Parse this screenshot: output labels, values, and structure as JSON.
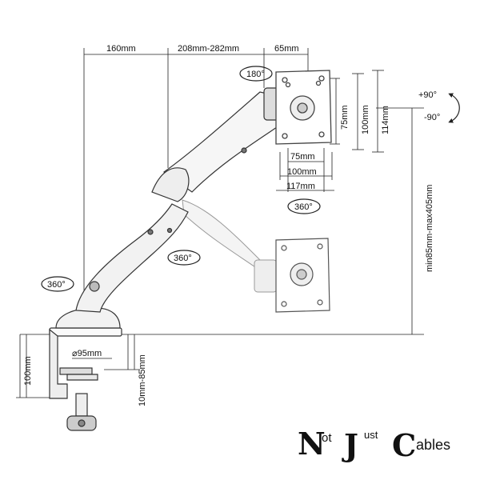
{
  "dimensions": {
    "top_left": "160mm",
    "top_mid": "208mm-282mm",
    "top_right": "65mm",
    "vesa_h1": "75mm",
    "vesa_h2": "100mm",
    "vesa_h3": "117mm",
    "vesa_v1": "75mm",
    "vesa_v2": "100mm",
    "vesa_v3": "114mm",
    "height_range": "min85mm-max405mm",
    "base_diameter": "⌀95mm",
    "clamp_height": "100mm",
    "clamp_thickness": "10mm-85mm"
  },
  "rotation": {
    "r1": "180°",
    "r2": "360°",
    "r3": "360°",
    "r4": "360°",
    "tilt_up": "+90°",
    "tilt_down": "-90°"
  },
  "logo": {
    "letter_n": "N",
    "ot": "ot",
    "letter_j": "J",
    "ust": "ust",
    "letter_c": "C",
    "ables": "ables",
    "color_gold": "#c9a227",
    "color_green": "#8ab33a"
  }
}
